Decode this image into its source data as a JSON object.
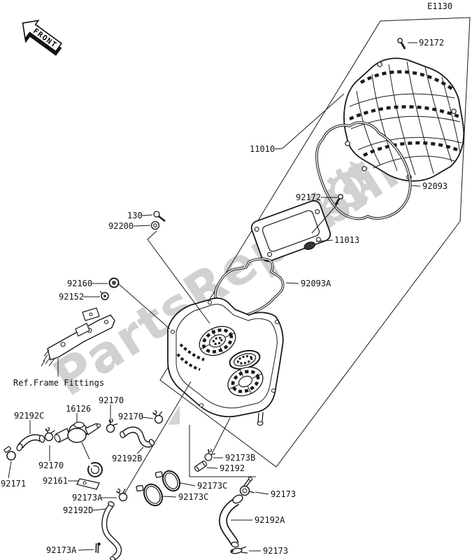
{
  "page_code": "E1130",
  "front_arrow": {
    "label": "FRONT"
  },
  "watermark": {
    "text": "PartsRepublik",
    "gear_icon": "gear-wrench-logo",
    "color": "#c9c9c9"
  },
  "colors": {
    "line": "#1a1a1a",
    "text": "#111111",
    "background": "#ffffff"
  },
  "labels": [
    {
      "part": "screw-cover",
      "text": "92172"
    },
    {
      "part": "air-filter-assembly",
      "text": "11010"
    },
    {
      "part": "gasket-cover",
      "text": "92093"
    },
    {
      "part": "screw-element",
      "text": "92172"
    },
    {
      "part": "element-air-filter",
      "text": "11013"
    },
    {
      "part": "gasket-element",
      "text": "92093A"
    },
    {
      "part": "bolt",
      "text": "130"
    },
    {
      "part": "washer",
      "text": "92200"
    },
    {
      "part": "grommet",
      "text": "92160"
    },
    {
      "part": "clamp-clip",
      "text": "92152"
    },
    {
      "part": "hose-left",
      "text": "92192C"
    },
    {
      "part": "valve-check",
      "text": "16126"
    },
    {
      "part": "clamp-top",
      "text": "92170"
    },
    {
      "part": "clamp-right",
      "text": "92170"
    },
    {
      "part": "clamp-left",
      "text": "92170"
    },
    {
      "part": "hose-mid",
      "text": "92192B"
    },
    {
      "part": "clamp-screw",
      "text": "92171"
    },
    {
      "part": "holder-valve",
      "text": "92161"
    },
    {
      "part": "clamp-drain-mid",
      "text": "92173A"
    },
    {
      "part": "hose-drain-left",
      "text": "92192D"
    },
    {
      "part": "clamp-drain-bottom",
      "text": "92173A"
    },
    {
      "part": "clamp-breather",
      "text": "92173B"
    },
    {
      "part": "pipe-small",
      "text": "92192"
    },
    {
      "part": "clamp-band-upper",
      "text": "92173C"
    },
    {
      "part": "clamp-band-lower",
      "text": "92173C"
    },
    {
      "part": "clamp-hose-right",
      "text": "92173"
    },
    {
      "part": "hose-drain-right",
      "text": "92192A"
    },
    {
      "part": "clamp-hose-bottom",
      "text": "92173"
    },
    {
      "part": "ref-note",
      "text": "Ref.Frame Fittings"
    }
  ]
}
